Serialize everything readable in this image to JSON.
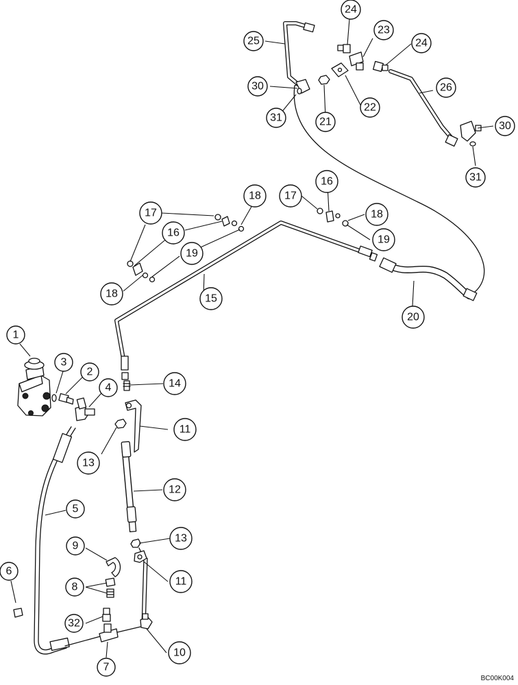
{
  "diagram": {
    "reference_code": "BC00K004",
    "callouts": [
      {
        "key": "c1",
        "label": "1"
      },
      {
        "key": "c2",
        "label": "2"
      },
      {
        "key": "c3",
        "label": "3"
      },
      {
        "key": "c4",
        "label": "4"
      },
      {
        "key": "c5",
        "label": "5"
      },
      {
        "key": "c6",
        "label": "6"
      },
      {
        "key": "c7",
        "label": "7"
      },
      {
        "key": "c8",
        "label": "8"
      },
      {
        "key": "c9",
        "label": "9"
      },
      {
        "key": "c10",
        "label": "10"
      },
      {
        "key": "c11a",
        "label": "11"
      },
      {
        "key": "c11b",
        "label": "11"
      },
      {
        "key": "c12",
        "label": "12"
      },
      {
        "key": "c13a",
        "label": "13"
      },
      {
        "key": "c13b",
        "label": "13"
      },
      {
        "key": "c14",
        "label": "14"
      },
      {
        "key": "c15",
        "label": "15"
      },
      {
        "key": "c16a",
        "label": "16"
      },
      {
        "key": "c16b",
        "label": "16"
      },
      {
        "key": "c17a",
        "label": "17"
      },
      {
        "key": "c17b",
        "label": "17"
      },
      {
        "key": "c18a",
        "label": "18"
      },
      {
        "key": "c18b",
        "label": "18"
      },
      {
        "key": "c18c",
        "label": "18"
      },
      {
        "key": "c19a",
        "label": "19"
      },
      {
        "key": "c19b",
        "label": "19"
      },
      {
        "key": "c20",
        "label": "20"
      },
      {
        "key": "c21",
        "label": "21"
      },
      {
        "key": "c22",
        "label": "22"
      },
      {
        "key": "c23",
        "label": "23"
      },
      {
        "key": "c24a",
        "label": "24"
      },
      {
        "key": "c24b",
        "label": "24"
      },
      {
        "key": "c25",
        "label": "25"
      },
      {
        "key": "c26",
        "label": "26"
      },
      {
        "key": "c30a",
        "label": "30"
      },
      {
        "key": "c30b",
        "label": "30"
      },
      {
        "key": "c31a",
        "label": "31"
      },
      {
        "key": "c31b",
        "label": "31"
      },
      {
        "key": "c32",
        "label": "32"
      }
    ]
  }
}
